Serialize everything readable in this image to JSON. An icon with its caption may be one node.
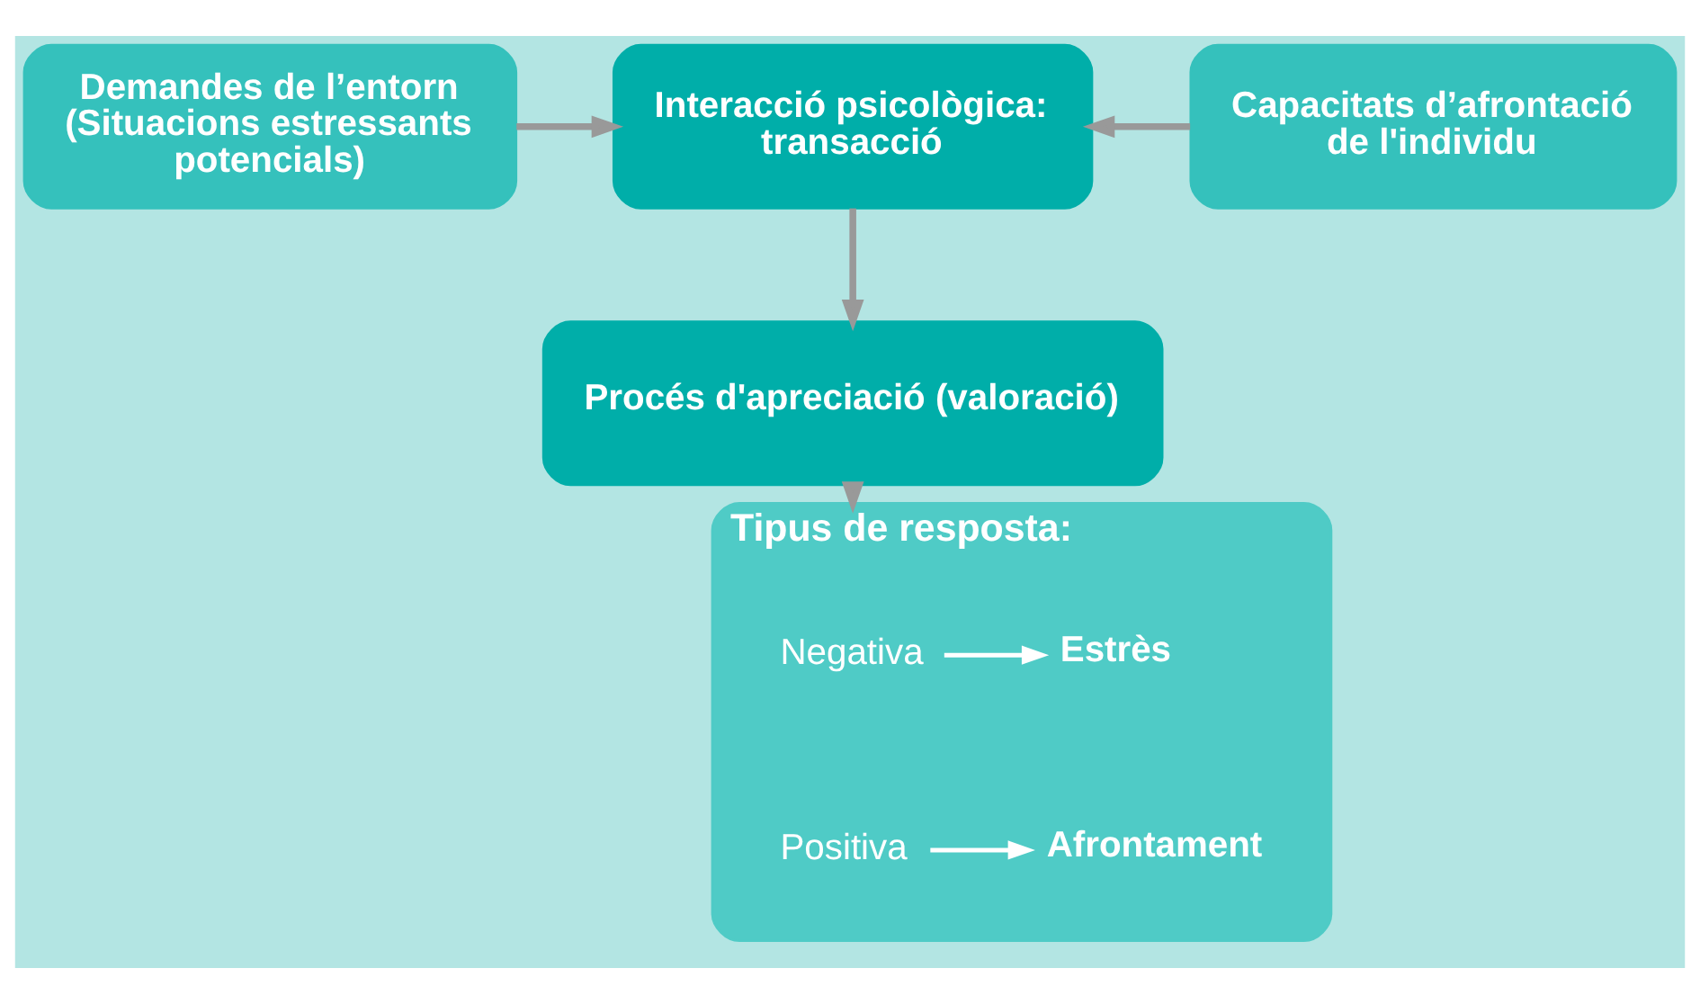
{
  "diagram": {
    "nodes": [
      {
        "text": [
          "Demandes de l’entorn (Situacions estressants potencials)"
        ]
      },
      {
        "text": [
          "Interacció psicològica: transacció"
        ]
      },
      {
        "text": [
          "Capacitats d’afrontació de l'individu"
        ]
      },
      {
        "text": [
          "Procés d'apreciació (valoració)"
        ]
      },
      {
        "text": [
          "Tipus de resposta:"
        ]
      },
      {
        "text": [
          "Negativa"
        ],
        "in": 4
      },
      {
        "text": [
          "Estrès"
        ],
        "in": 4
      },
      {
        "text": [
          "Positiva"
        ],
        "in": 4
      },
      {
        "text": [
          "Afrontament"
        ],
        "in": 4
      }
    ],
    "edges": [
      {
        "from": 0,
        "to": 1,
        "arrow": "to"
      },
      {
        "from": 2,
        "to": 1,
        "arrow": "to"
      },
      {
        "from": 1,
        "to": 3,
        "arrow": "to"
      },
      {
        "from": 3,
        "to": 4,
        "arrow": "to"
      },
      {
        "from": 5,
        "to": 6,
        "arrow": "to",
        "color": "#ffffff"
      },
      {
        "from": 7,
        "to": 8,
        "arrow": "to",
        "color": "#ffffff"
      }
    ]
  }
}
